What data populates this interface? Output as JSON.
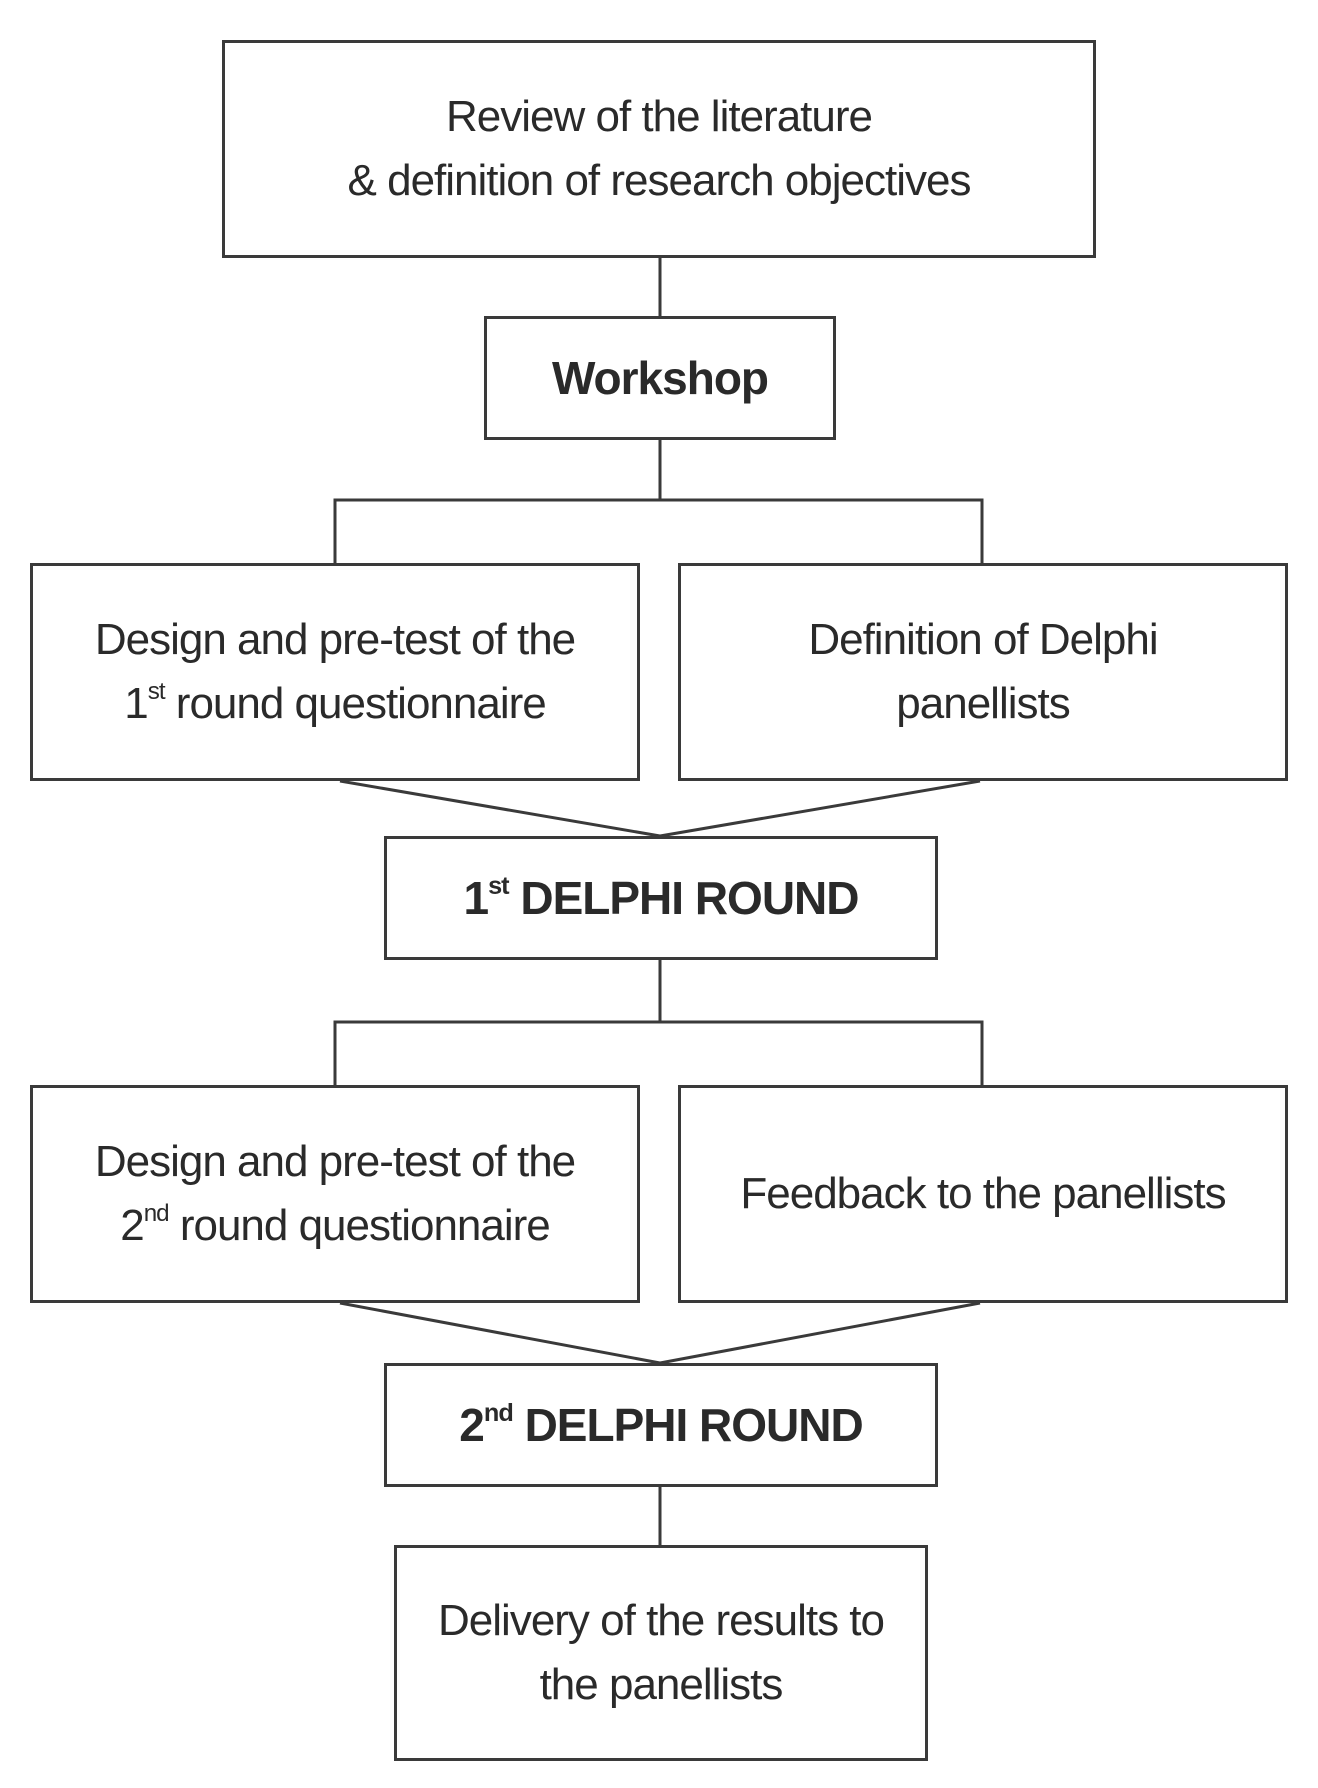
{
  "diagram": {
    "review": {
      "line1": "Review of the literature",
      "line2": "& definition of research objectives"
    },
    "workshop": {
      "label": "Workshop"
    },
    "design1": {
      "line1": "Design and pre-test of the",
      "num": "1",
      "sup": "st",
      "rest": " round questionnaire"
    },
    "panellists_def": {
      "line1": "Definition of Delphi",
      "line2": "panellists"
    },
    "round1": {
      "num": "1",
      "sup": "st",
      "rest": " DELPHI ROUND"
    },
    "design2": {
      "line1": "Design and pre-test of the",
      "num": "2",
      "sup": "nd",
      "rest": " round questionnaire"
    },
    "feedback": {
      "label": "Feedback to the panellists"
    },
    "round2": {
      "num": "2",
      "sup": "nd",
      "rest": " DELPHI ROUND"
    },
    "delivery": {
      "line1": "Delivery of the results to",
      "line2": "the panellists"
    },
    "colors": {
      "stroke": "#3a3a3a",
      "text": "#2a2a2a",
      "background": "#ffffff"
    }
  }
}
